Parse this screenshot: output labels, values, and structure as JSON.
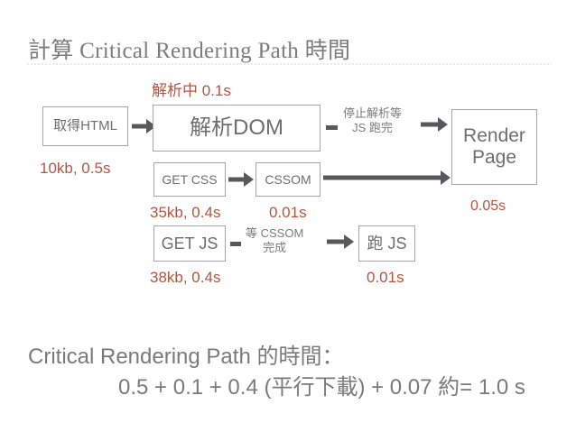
{
  "slide": {
    "title": "計算 Critical Rendering Path 時間",
    "background_color": "#ffffff",
    "accent_color": "#b5543f",
    "text_color": "#6e6e6e"
  },
  "diagram": {
    "boxes": {
      "fetch_html": "取得HTML",
      "parse_dom": "解析DOM",
      "get_css": "GET CSS",
      "cssom": "CSSOM",
      "get_js": "GET JS",
      "run_js": "跑 JS",
      "render_page": "Render\nPage",
      "render_page_line1": "Render",
      "render_page_line2": "Page"
    },
    "connector_labels": {
      "stop_parsing_line1": "停止解析等",
      "stop_parsing_line2": "JS 跑完",
      "wait_cssom_line1": "等 CSSOM",
      "wait_cssom_line2": "完成"
    },
    "metrics": {
      "parse_dom_time": "解析中 0.1s",
      "fetch_html_size": "10kb, 0.5s",
      "get_css_size": "35kb, 0.4s",
      "cssom_time": "0.01s",
      "get_js_size": "38kb, 0.4s",
      "run_js_time": "0.01s",
      "render_page_time": "0.05s"
    }
  },
  "summary": {
    "line1": "Critical Rendering Path 的時間：",
    "line2": "0.5 + 0.1 + 0.4 (平行下載) + 0.07 約= 1.0 s"
  }
}
